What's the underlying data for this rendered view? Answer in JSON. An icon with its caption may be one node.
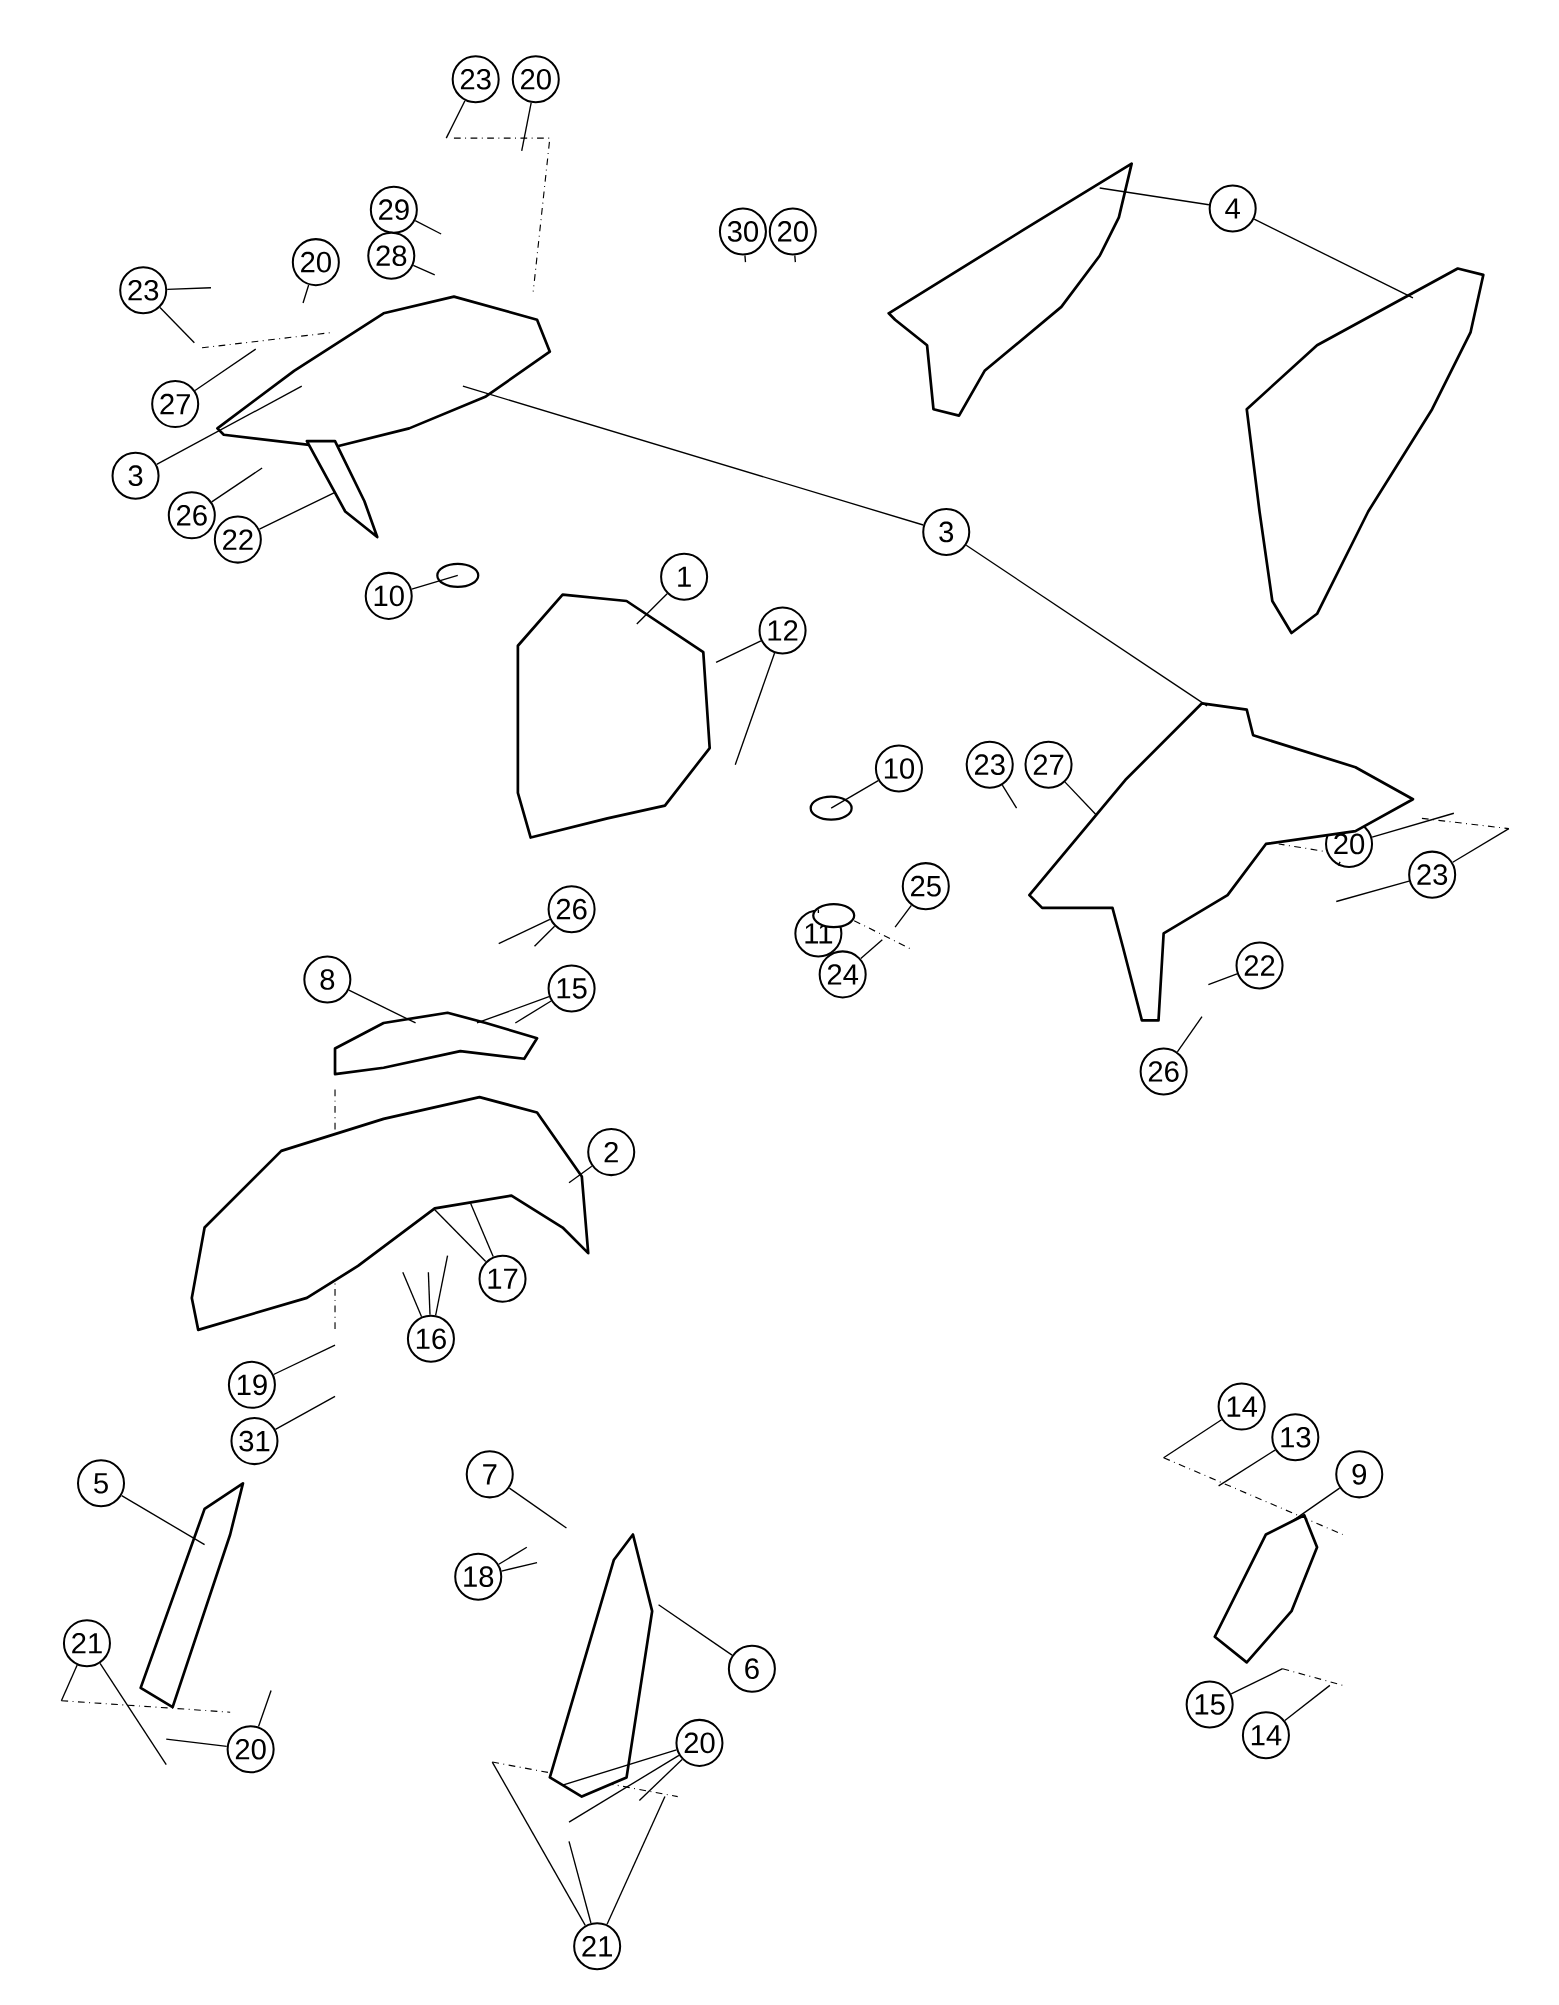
{
  "diagram": {
    "nodes": [
      {
        "text": [
          "23"
        ]
      },
      {
        "text": [
          "20"
        ]
      },
      {
        "text": [
          "29"
        ]
      },
      {
        "text": [
          "28"
        ]
      },
      {
        "text": [
          "20"
        ]
      },
      {
        "text": [
          "23"
        ]
      },
      {
        "text": [
          "27"
        ]
      },
      {
        "text": [
          "3"
        ]
      },
      {
        "text": [
          "26"
        ]
      },
      {
        "text": [
          "22"
        ]
      },
      {
        "text": [
          "30"
        ]
      },
      {
        "text": [
          "20"
        ]
      },
      {
        "text": [
          "4"
        ]
      },
      {
        "text": [
          "3"
        ]
      },
      {
        "text": [
          "1"
        ]
      },
      {
        "text": [
          "12"
        ]
      },
      {
        "text": [
          "10"
        ]
      },
      {
        "text": [
          "10"
        ]
      },
      {
        "text": [
          "23"
        ]
      },
      {
        "text": [
          "27"
        ]
      },
      {
        "text": [
          "20"
        ]
      },
      {
        "text": [
          "23"
        ]
      },
      {
        "text": [
          "11"
        ]
      },
      {
        "text": [
          "25"
        ]
      },
      {
        "text": [
          "24"
        ]
      },
      {
        "text": [
          "22"
        ]
      },
      {
        "text": [
          "26"
        ]
      },
      {
        "text": [
          "26"
        ]
      },
      {
        "text": [
          "15"
        ]
      },
      {
        "text": [
          "8"
        ]
      },
      {
        "text": [
          "2"
        ]
      },
      {
        "text": [
          "17"
        ]
      },
      {
        "text": [
          "16"
        ]
      },
      {
        "text": [
          "19"
        ]
      },
      {
        "text": [
          "31"
        ]
      },
      {
        "text": [
          "5"
        ]
      },
      {
        "text": [
          "21"
        ]
      },
      {
        "text": [
          "20"
        ]
      },
      {
        "text": [
          "7"
        ]
      },
      {
        "text": [
          "18"
        ]
      },
      {
        "text": [
          "6"
        ]
      },
      {
        "text": [
          "20"
        ]
      },
      {
        "text": [
          "21"
        ]
      },
      {
        "text": [
          "14"
        ]
      },
      {
        "text": [
          "13"
        ]
      },
      {
        "text": [
          "9"
        ]
      },
      {
        "text": [
          "15"
        ]
      },
      {
        "text": [
          "14"
        ]
      },
      {
        "text": [],
        "shape": "picture"
      },
      {
        "text": [],
        "shape": "picture"
      },
      {
        "text": [],
        "shape": "picture"
      },
      {
        "text": [],
        "shape": "picture"
      },
      {
        "text": [],
        "shape": "picture"
      },
      {
        "text": [],
        "shape": "picture"
      },
      {
        "text": [],
        "shape": "picture"
      },
      {
        "text": [],
        "shape": "picture"
      },
      {
        "text": [],
        "shape": "picture"
      },
      {
        "text": [],
        "shape": "picture"
      },
      {
        "text": [],
        "shape": "circle"
      },
      {
        "text": [],
        "shape": "circle"
      },
      {
        "text": [],
        "shape": "circle"
      }
    ],
    "edges": [
      {
        "from": 0,
        "to": null,
        "arrow": "none"
      },
      {
        "from": 1,
        "to": null,
        "arrow": "none"
      },
      {
        "from": 2,
        "to": null,
        "arrow": "none"
      },
      {
        "from": 3,
        "to": null,
        "arrow": "none"
      },
      {
        "from": 4,
        "to": null,
        "arrow": "none"
      },
      {
        "from": 5,
        "to": null,
        "arrow": "none"
      },
      {
        "from": 5,
        "to": null,
        "arrow": "none"
      },
      {
        "from": 6,
        "to": 48,
        "arrow": "none"
      },
      {
        "from": 7,
        "to": 48,
        "arrow": "none"
      },
      {
        "from": 8,
        "to": null,
        "arrow": "none"
      },
      {
        "from": 9,
        "to": 48,
        "arrow": "none"
      },
      {
        "from": 10,
        "to": null,
        "arrow": "none"
      },
      {
        "from": 11,
        "to": null,
        "arrow": "none"
      },
      {
        "from": 12,
        "to": 49,
        "arrow": "none"
      },
      {
        "from": 12,
        "to": 50,
        "arrow": "none"
      },
      {
        "from": 13,
        "to": 48,
        "arrow": "none"
      },
      {
        "from": 13,
        "to": 52,
        "arrow": "none"
      },
      {
        "from": 14,
        "to": 51,
        "arrow": "none"
      },
      {
        "from": 15,
        "to": 51,
        "arrow": "none"
      },
      {
        "from": 15,
        "to": 51,
        "arrow": "none"
      },
      {
        "from": 16,
        "to": 58,
        "arrow": "none"
      },
      {
        "from": 17,
        "to": 59,
        "arrow": "none"
      },
      {
        "from": 18,
        "to": null,
        "arrow": "none"
      },
      {
        "from": 19,
        "to": 52,
        "arrow": "none"
      },
      {
        "from": 20,
        "to": null,
        "arrow": "none"
      },
      {
        "from": 20,
        "to": null,
        "arrow": "none"
      },
      {
        "from": 21,
        "to": null,
        "arrow": "none"
      },
      {
        "from": 21,
        "to": null,
        "arrow": "none"
      },
      {
        "from": 22,
        "to": 60,
        "arrow": "none"
      },
      {
        "from": 23,
        "to": null,
        "arrow": "none"
      },
      {
        "from": 24,
        "to": null,
        "arrow": "none"
      },
      {
        "from": 25,
        "to": null,
        "arrow": "none"
      },
      {
        "from": 26,
        "to": null,
        "arrow": "none"
      },
      {
        "from": 27,
        "to": null,
        "arrow": "none"
      },
      {
        "from": 27,
        "to": null,
        "arrow": "none"
      },
      {
        "from": 28,
        "to": 54,
        "arrow": "none"
      },
      {
        "from": 28,
        "to": 54,
        "arrow": "none"
      },
      {
        "from": 29,
        "to": 54,
        "arrow": "none"
      },
      {
        "from": 30,
        "to": 53,
        "arrow": "none"
      },
      {
        "from": 31,
        "to": 53,
        "arrow": "none"
      },
      {
        "from": 31,
        "to": 53,
        "arrow": "none"
      },
      {
        "from": 32,
        "to": null,
        "arrow": "none"
      },
      {
        "from": 32,
        "to": null,
        "arrow": "none"
      },
      {
        "from": 32,
        "to": null,
        "arrow": "none"
      },
      {
        "from": 33,
        "to": null,
        "arrow": "none"
      },
      {
        "from": 34,
        "to": null,
        "arrow": "none"
      },
      {
        "from": 35,
        "to": 55,
        "arrow": "none"
      },
      {
        "from": 36,
        "to": null,
        "arrow": "none"
      },
      {
        "from": 36,
        "to": null,
        "arrow": "none"
      },
      {
        "from": 37,
        "to": null,
        "arrow": "none"
      },
      {
        "from": 37,
        "to": null,
        "arrow": "none"
      },
      {
        "from": 38,
        "to": null,
        "arrow": "none"
      },
      {
        "from": 39,
        "to": null,
        "arrow": "none"
      },
      {
        "from": 39,
        "to": null,
        "arrow": "none"
      },
      {
        "from": 40,
        "to": 56,
        "arrow": "none"
      },
      {
        "from": 41,
        "to": 56,
        "arrow": "none"
      },
      {
        "from": 41,
        "to": null,
        "arrow": "none"
      },
      {
        "from": 41,
        "to": null,
        "arrow": "none"
      },
      {
        "from": 42,
        "to": null,
        "arrow": "none"
      },
      {
        "from": 42,
        "to": null,
        "arrow": "none"
      },
      {
        "from": 42,
        "to": null,
        "arrow": "none"
      },
      {
        "from": 43,
        "to": null,
        "arrow": "none"
      },
      {
        "from": 44,
        "to": null,
        "arrow": "none"
      },
      {
        "from": 45,
        "to": 57,
        "arrow": "none"
      },
      {
        "from": 46,
        "to": null,
        "arrow": "none"
      },
      {
        "from": 47,
        "to": null,
        "arrow": "none"
      }
    ]
  }
}
